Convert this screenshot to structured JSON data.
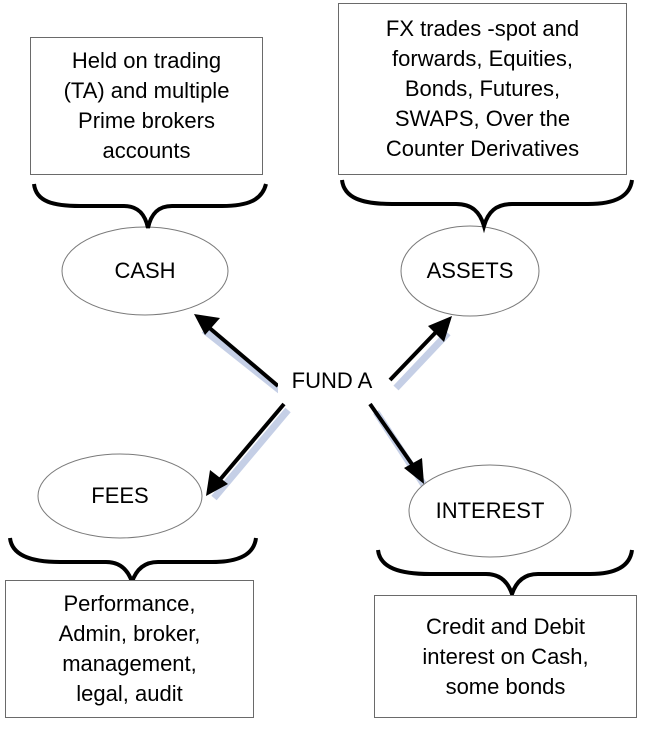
{
  "center": {
    "label": "FUND A"
  },
  "nodes": {
    "cash": {
      "label": "CASH"
    },
    "assets": {
      "label": "ASSETS"
    },
    "fees": {
      "label": "FEES"
    },
    "interest": {
      "label": "INTEREST"
    }
  },
  "boxes": {
    "cash": {
      "text": "Held on trading\n(TA) and multiple\nPrime brokers\naccounts"
    },
    "assets": {
      "text": "FX trades -spot and\nforwards, Equities,\nBonds, Futures,\nSWAPS, Over the\nCounter Derivatives"
    },
    "fees": {
      "text": "Performance,\nAdmin, broker,\nmanagement,\nlegal, audit"
    },
    "interest": {
      "text": "Credit and Debit\ninterest on Cash,\nsome bonds"
    }
  },
  "colors": {
    "arrow": "#000000",
    "arrow_shadow": "#c5cfe6",
    "ellipse_stroke": "#7a7a7a",
    "box_border": "#6a6a6a"
  }
}
